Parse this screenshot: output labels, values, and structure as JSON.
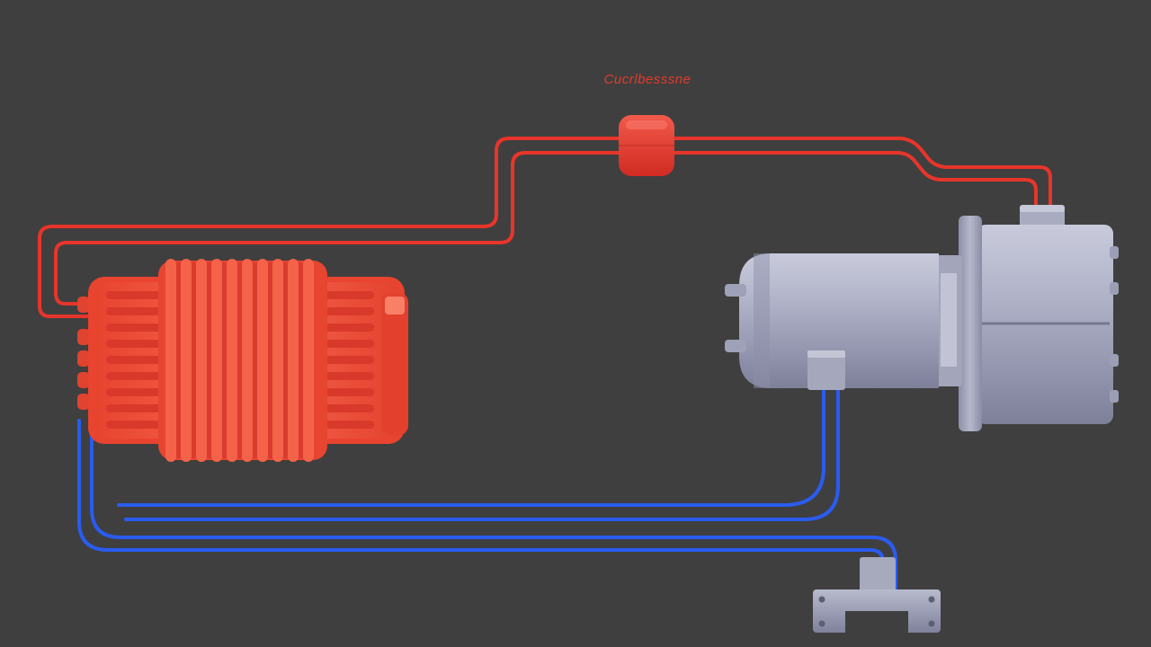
{
  "diagram": {
    "top_label": "Cucrlbesssne",
    "colors": {
      "background": "#3f3f3f",
      "hot_line": "#e8352a",
      "cold_line": "#2a5cf0",
      "condenser": "#f05a47",
      "compressor": "#a7a9c2"
    },
    "components": [
      {
        "name": "condenser",
        "shape": "finned-coil"
      },
      {
        "name": "inline-valve",
        "shape": "rounded-block"
      },
      {
        "name": "compressor",
        "shape": "cylinder-housing"
      },
      {
        "name": "expansion-block",
        "shape": "mounting-bracket"
      }
    ]
  }
}
